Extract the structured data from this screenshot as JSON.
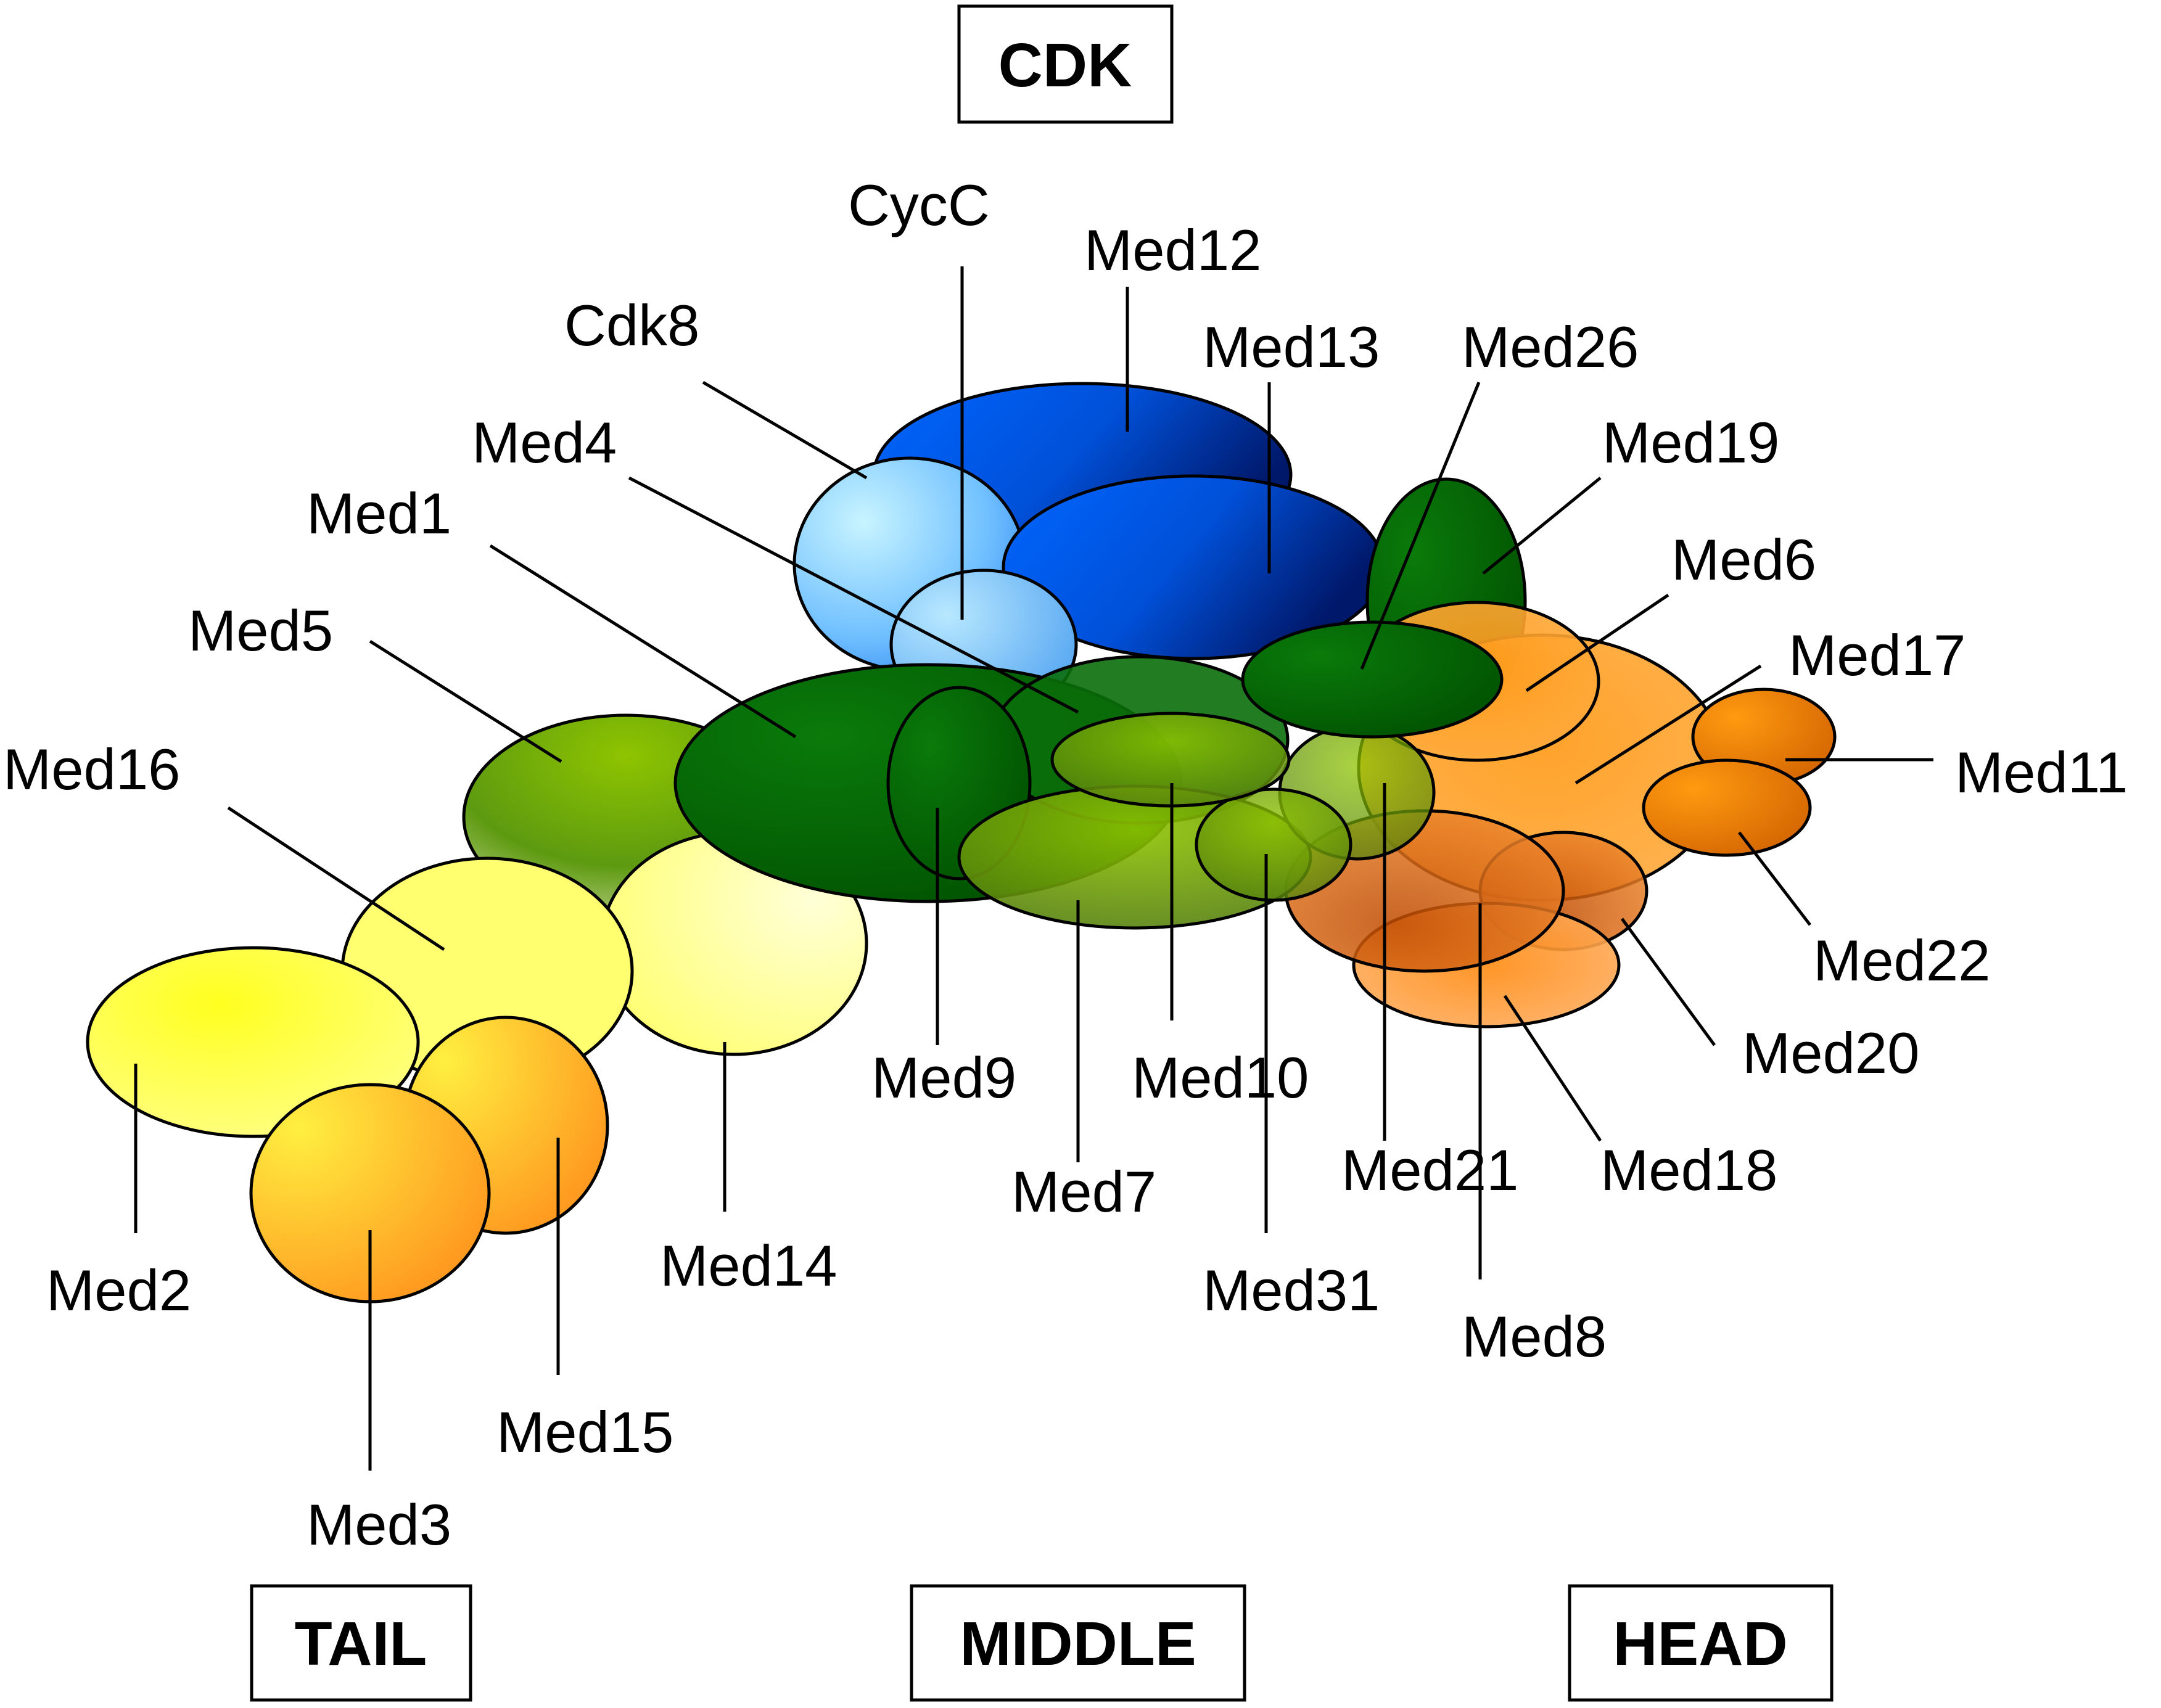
{
  "regions": {
    "cdk": "CDK",
    "tail": "TAIL",
    "middle": "MIDDLE",
    "head": "HEAD"
  },
  "subunits": {
    "cycc": "CycC",
    "cdk8": "Cdk8",
    "med1": "Med1",
    "med2": "Med2",
    "med3": "Med3",
    "med4": "Med4",
    "med5": "Med5",
    "med6": "Med6",
    "med7": "Med7",
    "med8": "Med8",
    "med9": "Med9",
    "med10": "Med10",
    "med11": "Med11",
    "med12": "Med12",
    "med13": "Med13",
    "med14": "Med14",
    "med15": "Med15",
    "med16": "Med16",
    "med17": "Med17",
    "med18": "Med18",
    "med19": "Med19",
    "med20": "Med20",
    "med21": "Med21",
    "med22": "Med22",
    "med26": "Med26",
    "med31": "Med31"
  },
  "colors": {
    "tail_yellow": "#ffff33",
    "tail_orange": "#ff9922",
    "middle_green_light": "#8ec400",
    "middle_green_dark": "#006400",
    "cdk_blue_light": "#bdf0ff",
    "cdk_blue": "#0060f0",
    "cdk_blue_dark": "#001a6e",
    "head_orange": "#ff9a20",
    "head_orange_dark": "#c04a00"
  }
}
